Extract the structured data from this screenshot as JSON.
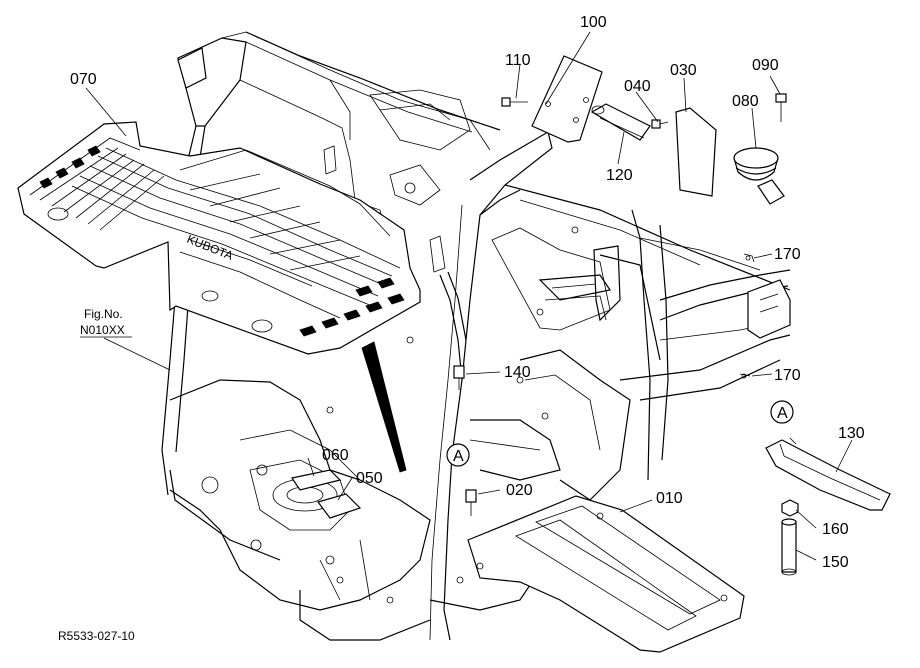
{
  "diagram": {
    "callouts": [
      {
        "id": "070",
        "text": "070"
      },
      {
        "id": "100",
        "text": "100"
      },
      {
        "id": "110",
        "text": "110"
      },
      {
        "id": "040",
        "text": "040"
      },
      {
        "id": "030",
        "text": "030"
      },
      {
        "id": "090",
        "text": "090"
      },
      {
        "id": "080",
        "text": "080"
      },
      {
        "id": "120",
        "text": "120"
      },
      {
        "id": "170a",
        "text": "170"
      },
      {
        "id": "170b",
        "text": "170"
      },
      {
        "id": "140",
        "text": "140"
      },
      {
        "id": "130",
        "text": "130"
      },
      {
        "id": "060",
        "text": "060"
      },
      {
        "id": "050",
        "text": "050"
      },
      {
        "id": "020",
        "text": "020"
      },
      {
        "id": "010",
        "text": "010"
      },
      {
        "id": "160",
        "text": "160"
      },
      {
        "id": "150",
        "text": "150"
      }
    ],
    "markers": {
      "a_left": "A",
      "a_right": "A"
    },
    "fig_ref": {
      "line1": "Fig.No.",
      "line2": "N010XX"
    },
    "drawing_code": "R5533-027-10"
  }
}
